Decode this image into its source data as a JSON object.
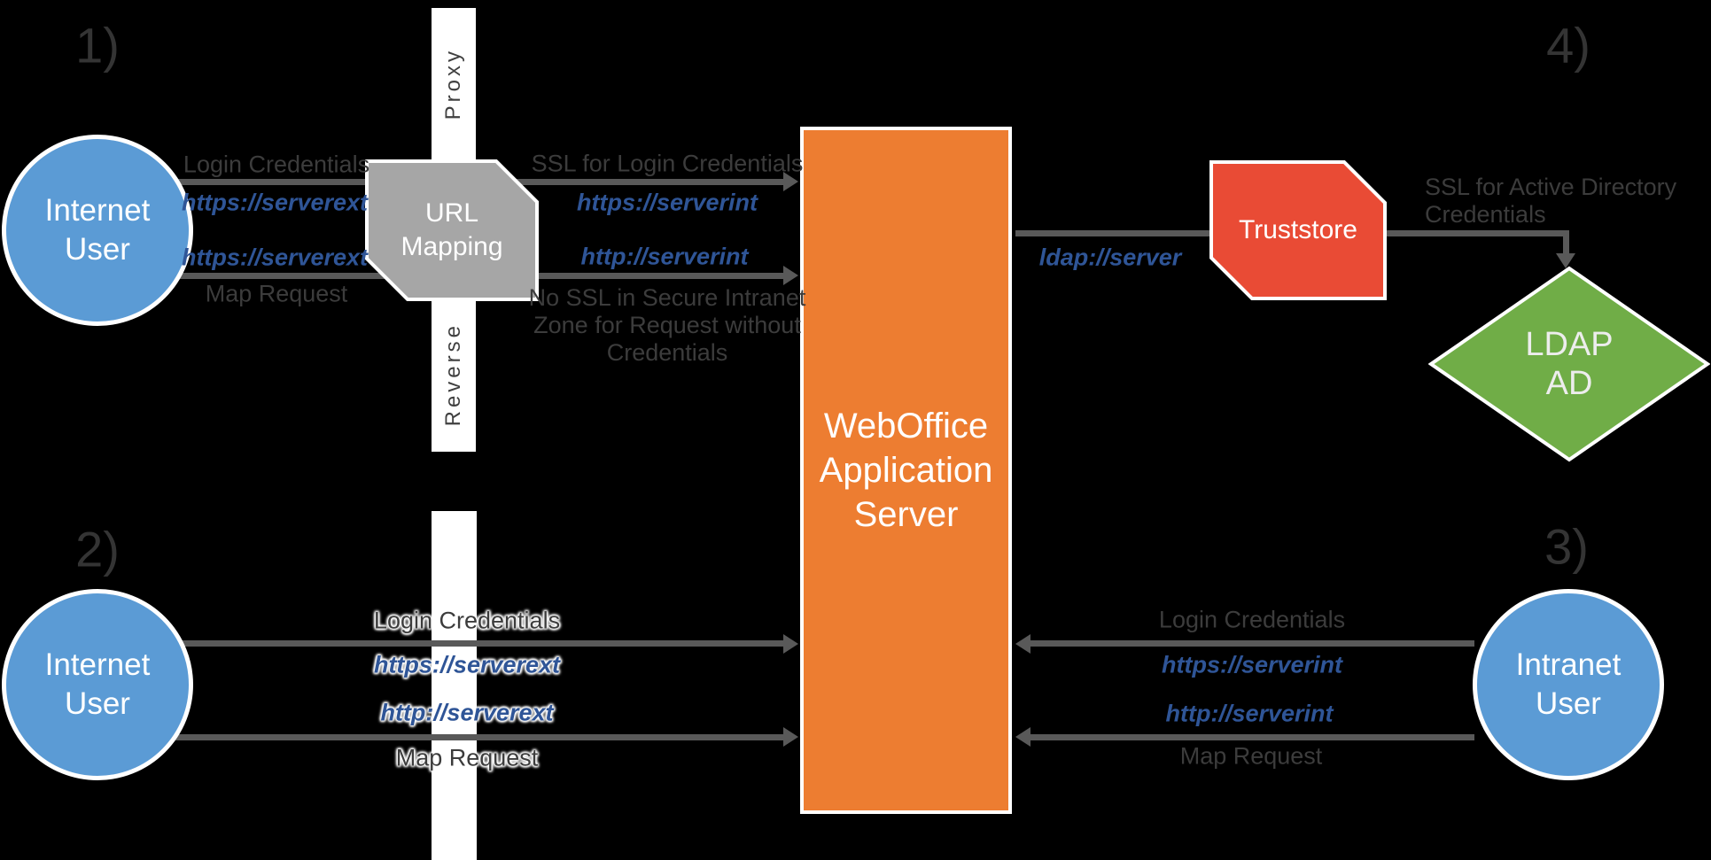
{
  "diagram_title": "WebOffice reverse proxy architecture",
  "colors": {
    "background": "#000000",
    "user_node_blue": "#5B9BD5",
    "proxy_bar_white": "#FFFFFF",
    "url_mapping_gray": "#A6A6A6",
    "server_orange": "#ED7D31",
    "truststore_red": "#E94B35",
    "ldap_green": "#70AD47",
    "arrow_gray": "#595959",
    "label_gray": "#3C3C3C",
    "url_text_blue": "#2F5597"
  },
  "sections": {
    "s1": "1)",
    "s2": "2)",
    "s3": "3)",
    "s4": "4)"
  },
  "nodes": {
    "reverse_proxy": {
      "word_upper": "Proxy",
      "word_lower": "Reverse"
    },
    "internet_user_top": {
      "line1": "Internet",
      "line2": "User"
    },
    "internet_user_bottom": {
      "line1": "Internet",
      "line2": "User"
    },
    "intranet_user": {
      "line1": "Intranet",
      "line2": "User"
    },
    "url_mapping": {
      "line1": "URL",
      "line2": "Mapping"
    },
    "weboffice_server": {
      "line1": "WebOffice",
      "line2": "Application",
      "line3": "Server"
    },
    "truststore": {
      "label": "Truststore"
    },
    "ldap_ad": {
      "line1": "LDAP",
      "line2": "AD"
    }
  },
  "edge_labels": {
    "s1_arrow1_above": "Login Credentials",
    "s1_arrow1_below": "https://serverext",
    "s1_arrow2_above": "https://serverext",
    "s1_arrow2_below": "Map Request",
    "s1_right_arrow1_above": "SSL for Login Credentials",
    "s1_right_arrow1_below": "https://serverint",
    "s1_right_arrow2_above": "http://serverint",
    "s1_right_arrow2_note": [
      "No SSL in Secure Intranet",
      "Zone for Request without",
      "Credentials"
    ],
    "ldap_below": "ldap://server",
    "ad_ssl_note": [
      "SSL for Active Directory",
      "Credentials"
    ],
    "s2_arrow1_above": "Login Credentials",
    "s2_arrow1_below": "https://serverext",
    "s2_arrow2_above": "http://serverext",
    "s2_arrow2_below": "Map Request",
    "s3_arrow1_above": "Login Credentials",
    "s3_arrow1_below": "https://serverint",
    "s3_arrow2_above": "http://serverint",
    "s3_arrow2_below": "Map Request"
  }
}
